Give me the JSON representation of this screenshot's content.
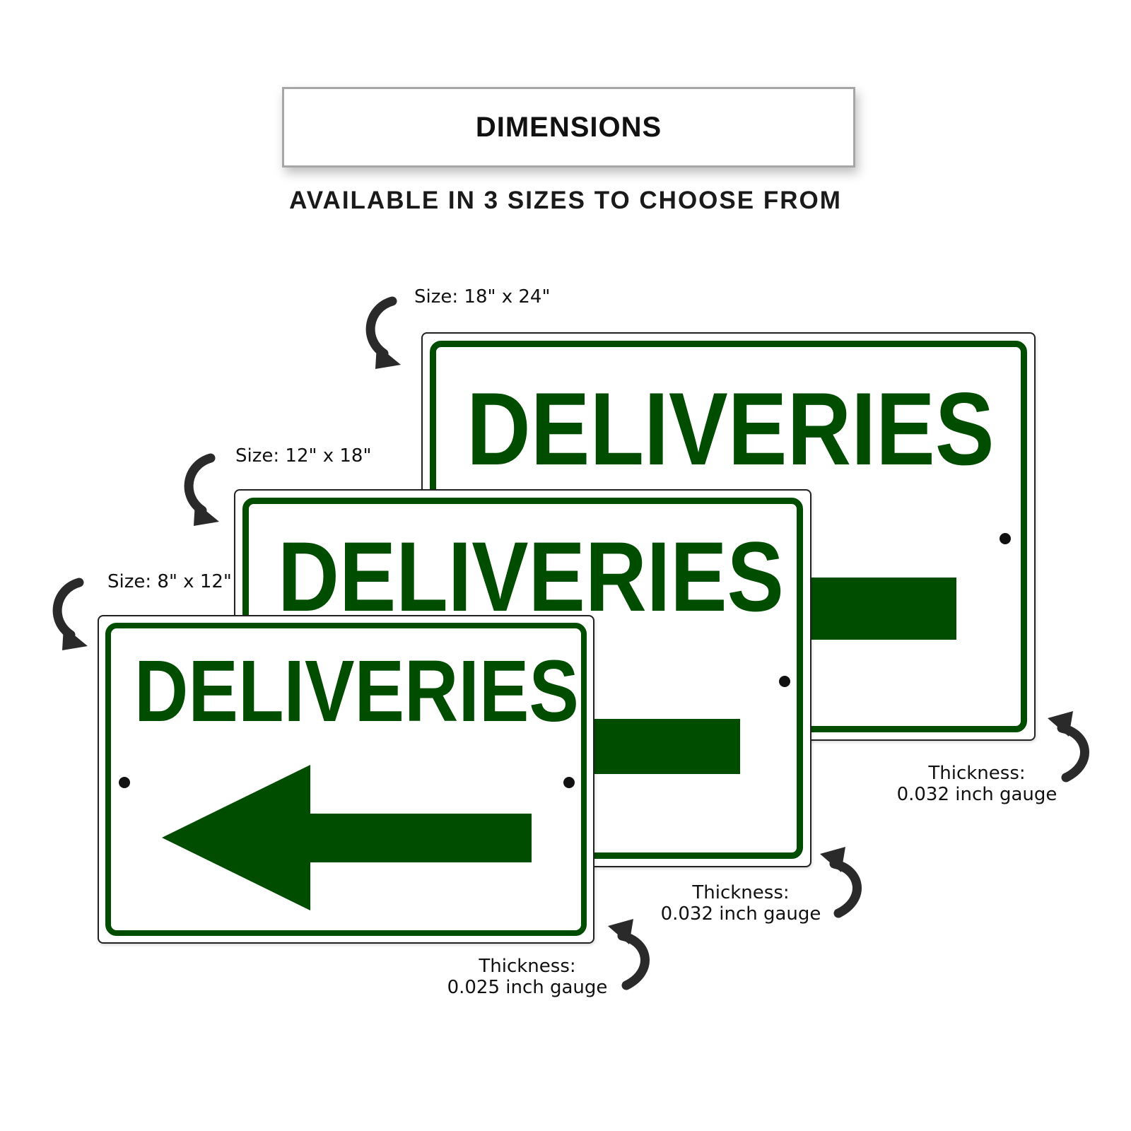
{
  "header": {
    "title": "DIMENSIONS",
    "subtitle": "AVAILABLE IN 3 SIZES TO CHOOSE FROM"
  },
  "colors": {
    "sign_green": "#004d00",
    "text_dark": "#111111",
    "header_border": "#a6a6a6"
  },
  "signs": [
    {
      "id": "large",
      "size_label": "Size: 18\" x 24\"",
      "text": "DELIVERIES",
      "thickness_label": "Thickness:",
      "gauge_label": "0.032 inch gauge"
    },
    {
      "id": "medium",
      "size_label": "Size: 12\" x 18\"",
      "text": "DELIVERIES",
      "thickness_label": "Thickness:",
      "gauge_label": "0.032 inch gauge"
    },
    {
      "id": "small",
      "size_label": "Size: 8\" x 12\"",
      "text": "DELIVERIES",
      "thickness_label": "Thickness:",
      "gauge_label": "0.025 inch gauge"
    }
  ],
  "icons": {
    "pointer": "curved-arrow-icon",
    "sign_arrow": "left-arrow-icon",
    "mount_hole": "mounting-hole-icon"
  }
}
